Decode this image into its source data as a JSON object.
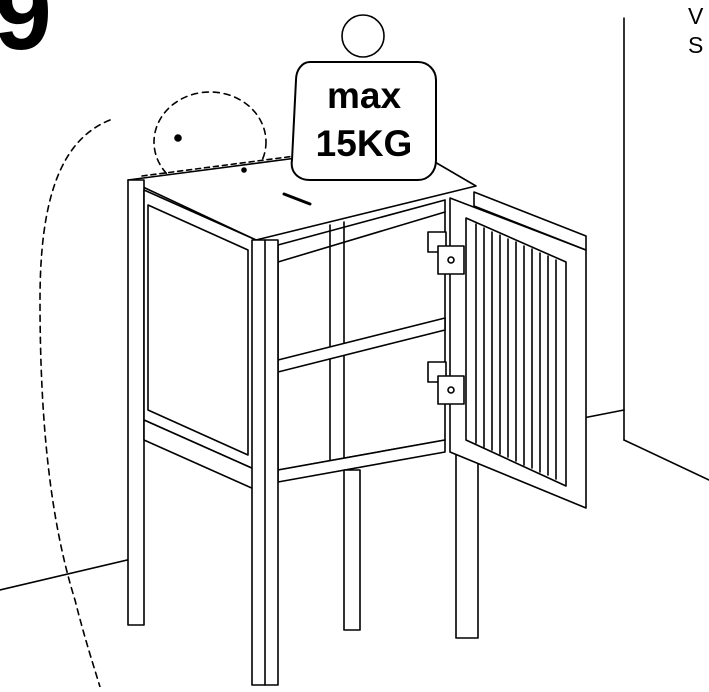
{
  "step": {
    "number": "9"
  },
  "weight_label": {
    "line1": "max",
    "line2": "15KG"
  },
  "side_note": {
    "line1": "V",
    "line2": "S"
  }
}
